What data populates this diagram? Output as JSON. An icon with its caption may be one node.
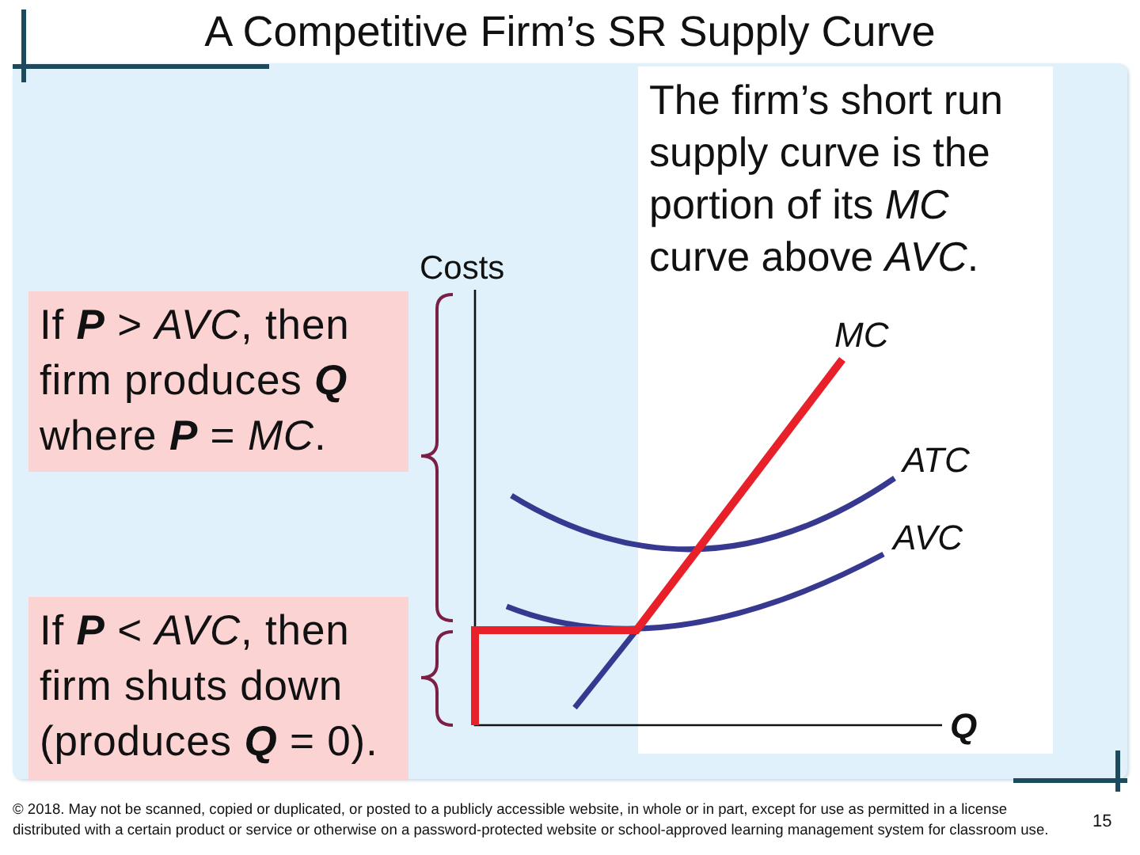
{
  "diagram": {
    "title": "A Competitive Firm’s SR Supply Curve",
    "nodes": [
      {
        "text": [
          "If **P** > *AVC*, then firm produces **Q** where **P** = *MC*."
        ]
      },
      {
        "text": [
          "If **P** < *AVC*, then firm shuts down (produces **Q** = 0)."
        ]
      }
    ],
    "labels": [
      "The firm’s short run supply curve is the portion of its *MC* curve above *AVC*.",
      "Costs",
      "MC",
      "ATC",
      "AVC",
      "Q",
      "© 2018. May not be scanned, copied or duplicated, or posted to a publicly accessible website, in whole or in part, except for use as permitted in a license distributed with a certain product or service or otherwise on a password-protected website or school-approved learning management system for classroom use.",
      "15"
    ]
  }
}
